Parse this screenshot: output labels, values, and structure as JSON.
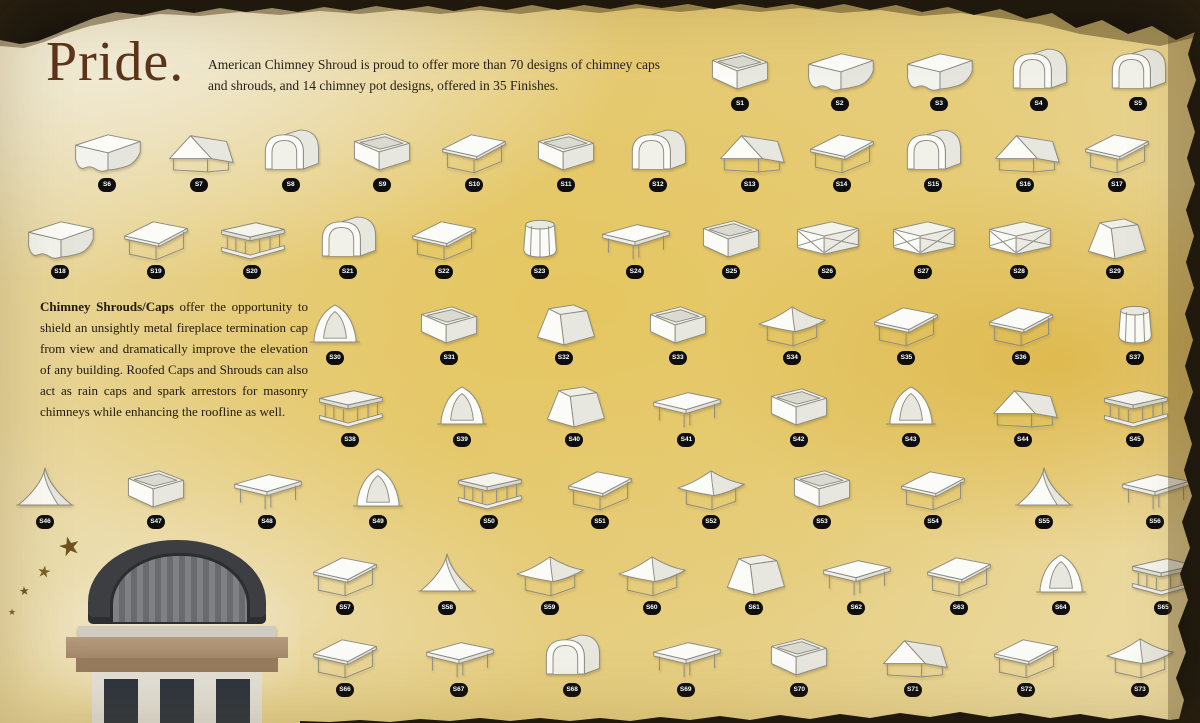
{
  "page": {
    "title": "Pride.",
    "intro": "American Chimney Shroud is proud to offer more than 70 designs of chimney caps and shrouds, and 14 chimney pot designs, offered in 35 Finishes.",
    "body_lead": "Chimney Shrouds/Caps",
    "body_text": "offer the opportunity to shield an unsightly metal fireplace termination cap from view and dramatically improve the elevation of any building. Roofed Caps and Shrouds can also act as rain caps and spark arrestors for masonry chimneys while enhancing the roofline as well."
  },
  "colors": {
    "title": "#5c341a",
    "badge_bg": "#0e0e0e",
    "badge_text": "#ffffff",
    "background_gold": "#e5cb79",
    "line_art": "#8c8b82"
  },
  "rows": [
    {
      "items": [
        {
          "label": "S1",
          "shape": "box"
        },
        {
          "label": "S2",
          "shape": "drape"
        },
        {
          "label": "S3",
          "shape": "drape"
        },
        {
          "label": "S4",
          "shape": "barrel"
        },
        {
          "label": "S5",
          "shape": "barrel"
        }
      ]
    },
    {
      "items": [
        {
          "label": "S6",
          "shape": "drape"
        },
        {
          "label": "S7",
          "shape": "gable"
        },
        {
          "label": "S8",
          "shape": "barrel"
        },
        {
          "label": "S9",
          "shape": "box"
        },
        {
          "label": "S10",
          "shape": "hip"
        },
        {
          "label": "S11",
          "shape": "box"
        },
        {
          "label": "S12",
          "shape": "barrel"
        },
        {
          "label": "S13",
          "shape": "gable"
        },
        {
          "label": "S14",
          "shape": "hip"
        },
        {
          "label": "S15",
          "shape": "barrel"
        },
        {
          "label": "S16",
          "shape": "gable"
        },
        {
          "label": "S17",
          "shape": "hip"
        }
      ]
    },
    {
      "items": [
        {
          "label": "S18",
          "shape": "drape"
        },
        {
          "label": "S19",
          "shape": "hip"
        },
        {
          "label": "S20",
          "shape": "temple"
        },
        {
          "label": "S21",
          "shape": "barrel"
        },
        {
          "label": "S22",
          "shape": "hip"
        },
        {
          "label": "S23",
          "shape": "pot"
        },
        {
          "label": "S24",
          "shape": "flat"
        },
        {
          "label": "S25",
          "shape": "box"
        },
        {
          "label": "S26",
          "shape": "lattice"
        },
        {
          "label": "S27",
          "shape": "lattice"
        },
        {
          "label": "S28",
          "shape": "lattice"
        },
        {
          "label": "S29",
          "shape": "taper"
        }
      ]
    },
    {
      "items": [
        {
          "label": "S30",
          "shape": "arch"
        },
        {
          "label": "S31",
          "shape": "box"
        },
        {
          "label": "S32",
          "shape": "taper"
        },
        {
          "label": "S33",
          "shape": "box"
        },
        {
          "label": "S34",
          "shape": "pagoda"
        },
        {
          "label": "S35",
          "shape": "hip"
        },
        {
          "label": "S36",
          "shape": "hip"
        },
        {
          "label": "S37",
          "shape": "pot"
        }
      ]
    },
    {
      "items": [
        {
          "label": "S38",
          "shape": "temple"
        },
        {
          "label": "S39",
          "shape": "arch"
        },
        {
          "label": "S40",
          "shape": "taper"
        },
        {
          "label": "S41",
          "shape": "flat"
        },
        {
          "label": "S42",
          "shape": "box"
        },
        {
          "label": "S43",
          "shape": "arch"
        },
        {
          "label": "S44",
          "shape": "gable"
        },
        {
          "label": "S45",
          "shape": "temple"
        }
      ]
    },
    {
      "items": [
        {
          "label": "S46",
          "shape": "tent"
        },
        {
          "label": "S47",
          "shape": "box"
        },
        {
          "label": "S48",
          "shape": "flat"
        },
        {
          "label": "S49",
          "shape": "arch"
        },
        {
          "label": "S50",
          "shape": "temple"
        },
        {
          "label": "S51",
          "shape": "hip"
        },
        {
          "label": "S52",
          "shape": "pagoda"
        },
        {
          "label": "S53",
          "shape": "box"
        },
        {
          "label": "S54",
          "shape": "hip"
        },
        {
          "label": "S55",
          "shape": "tent"
        },
        {
          "label": "S56",
          "shape": "flat"
        }
      ]
    },
    {
      "items": [
        {
          "label": "S57",
          "shape": "hip"
        },
        {
          "label": "S58",
          "shape": "tent"
        },
        {
          "label": "S59",
          "shape": "pagoda"
        },
        {
          "label": "S60",
          "shape": "pagoda"
        },
        {
          "label": "S61",
          "shape": "taper"
        },
        {
          "label": "S62",
          "shape": "flat"
        },
        {
          "label": "S63",
          "shape": "hip"
        },
        {
          "label": "S64",
          "shape": "arch"
        },
        {
          "label": "S65",
          "shape": "temple"
        }
      ]
    },
    {
      "items": [
        {
          "label": "S66",
          "shape": "hip"
        },
        {
          "label": "S67",
          "shape": "flat"
        },
        {
          "label": "S68",
          "shape": "barrel"
        },
        {
          "label": "S69",
          "shape": "flat"
        },
        {
          "label": "S70",
          "shape": "box"
        },
        {
          "label": "S71",
          "shape": "gable"
        },
        {
          "label": "S72",
          "shape": "hip"
        },
        {
          "label": "S73",
          "shape": "pagoda"
        }
      ]
    }
  ]
}
